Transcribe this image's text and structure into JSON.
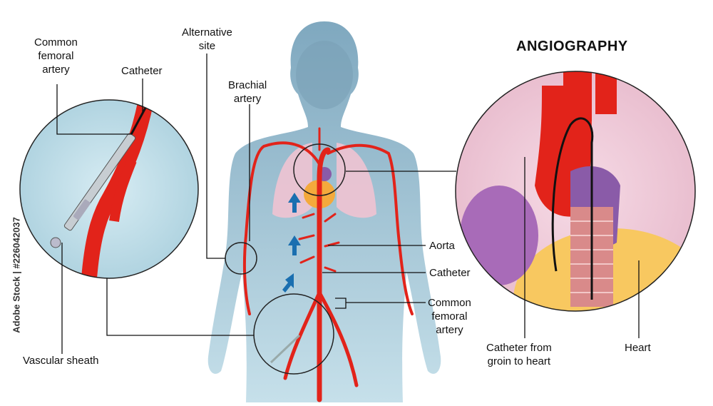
{
  "title": "ANGIOGRAPHY",
  "labels": {
    "common_femoral_left": "Common\nfemoral\nartery",
    "catheter_left": "Catheter",
    "alternative_site": "Alternative\nsite",
    "brachial_artery": "Brachial\nartery",
    "aorta": "Aorta",
    "catheter_mid": "Catheter",
    "common_femoral_right": "Common\nfemoral\nartery",
    "vascular_sheath": "Vascular sheath",
    "catheter_from_groin": "Catheter from\ngroin to heart",
    "heart": "Heart"
  },
  "watermark_id": "Adobe Stock | #226042037",
  "colors": {
    "body": "#8fb4c9",
    "body_light": "#b9d6e3",
    "artery": "#e2231a",
    "lung": "#efc3d2",
    "heart": "#f4a93c",
    "arrow": "#1a6fb0",
    "vein_purple": "#8a5ba8"
  }
}
